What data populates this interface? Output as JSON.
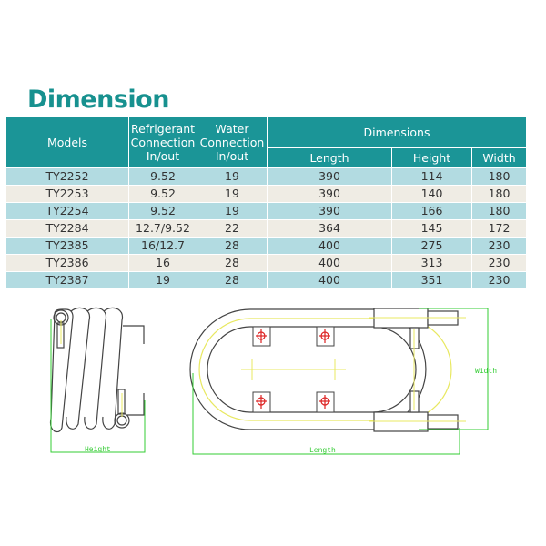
{
  "title": "Dimension",
  "table": {
    "headers": {
      "models": "Models",
      "refrigerant": [
        "Refrigerant",
        "Connection",
        "In/out"
      ],
      "water": [
        "Water",
        "Connection",
        "In/out"
      ],
      "dimensions": "Dimensions",
      "length": "Length",
      "height": "Height",
      "width": "Width"
    },
    "rows": [
      {
        "model": "TY2252",
        "refrigerant": "9.52",
        "water": "19",
        "length": "390",
        "height": "114",
        "width": "180"
      },
      {
        "model": "TY2253",
        "refrigerant": "9.52",
        "water": "19",
        "length": "390",
        "height": "140",
        "width": "180"
      },
      {
        "model": "TY2254",
        "refrigerant": "9.52",
        "water": "19",
        "length": "390",
        "height": "166",
        "width": "180"
      },
      {
        "model": "TY2284",
        "refrigerant": "12.7/9.52",
        "water": "22",
        "length": "364",
        "height": "145",
        "width": "172"
      },
      {
        "model": "TY2385",
        "refrigerant": "16/12.7",
        "water": "28",
        "length": "400",
        "height": "275",
        "width": "230"
      },
      {
        "model": "TY2386",
        "refrigerant": "16",
        "water": "28",
        "length": "400",
        "height": "313",
        "width": "230"
      },
      {
        "model": "TY2387",
        "refrigerant": "19",
        "water": "28",
        "length": "400",
        "height": "351",
        "width": "230"
      }
    ]
  },
  "drawing": {
    "height_label": "Height",
    "length_label": "Length",
    "width_label": "Width"
  },
  "colors": {
    "title": "#17918f",
    "header_bg": "#1b9597",
    "row_odd": "#b2dbe1",
    "row_even": "#efece4",
    "dim_line": "#33cc33",
    "center_line": "#e8e860",
    "bolt": "#dd2222"
  }
}
